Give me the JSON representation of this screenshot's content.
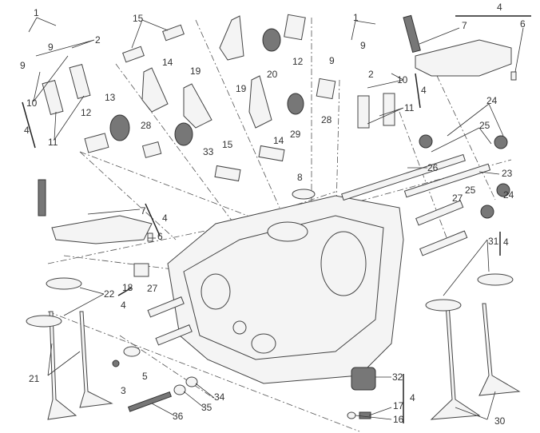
{
  "diagram": {
    "title": "Vertical cylinder head exploded view",
    "callouts": [
      "1",
      "1",
      "2",
      "2",
      "9",
      "9",
      "9",
      "9",
      "10",
      "10",
      "11",
      "11",
      "4",
      "4",
      "4",
      "4",
      "4",
      "4",
      "4",
      "12",
      "12",
      "13",
      "14",
      "14",
      "15",
      "15",
      "19",
      "19",
      "20",
      "21",
      "22",
      "23",
      "24",
      "24",
      "25",
      "25",
      "26",
      "27",
      "27",
      "28",
      "28",
      "29",
      "33",
      "3",
      "5",
      "6",
      "6",
      "7",
      "7",
      "8",
      "16",
      "17",
      "18",
      "30",
      "31",
      "32",
      "34",
      "35",
      "36"
    ]
  }
}
